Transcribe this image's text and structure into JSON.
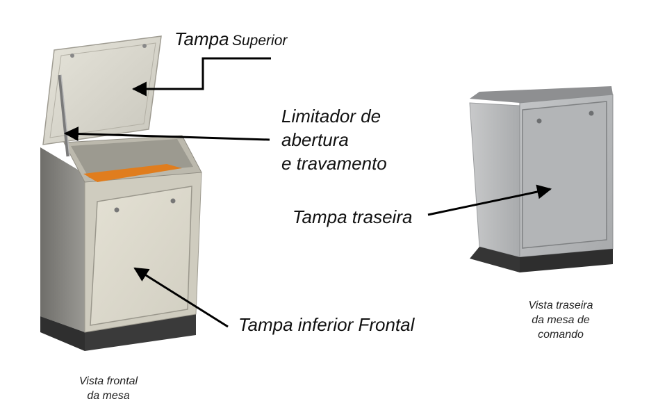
{
  "labels": {
    "tampa_superior_main": "Tampa",
    "tampa_superior_sub": "Superior",
    "limitador_line1": "Limitador de",
    "limitador_line2": "abertura",
    "limitador_line3": "e travamento",
    "tampa_traseira": "Tampa traseira",
    "tampa_inferior": "Tampa inferior Frontal"
  },
  "captions": {
    "front_line1": "Vista frontal",
    "front_line2": "da mesa",
    "rear_line1": "Vista traseira",
    "rear_line2": "da mesa de",
    "rear_line3": "comando"
  },
  "colors": {
    "panel_light": "#d9d6c8",
    "panel_shade": "#bdbab0",
    "panel_dark": "#85847f",
    "base_dark": "#3a3a3a",
    "orange_part": "#e07d1e",
    "rear_panel": "#b7b9bb",
    "arrow": "#000000"
  }
}
